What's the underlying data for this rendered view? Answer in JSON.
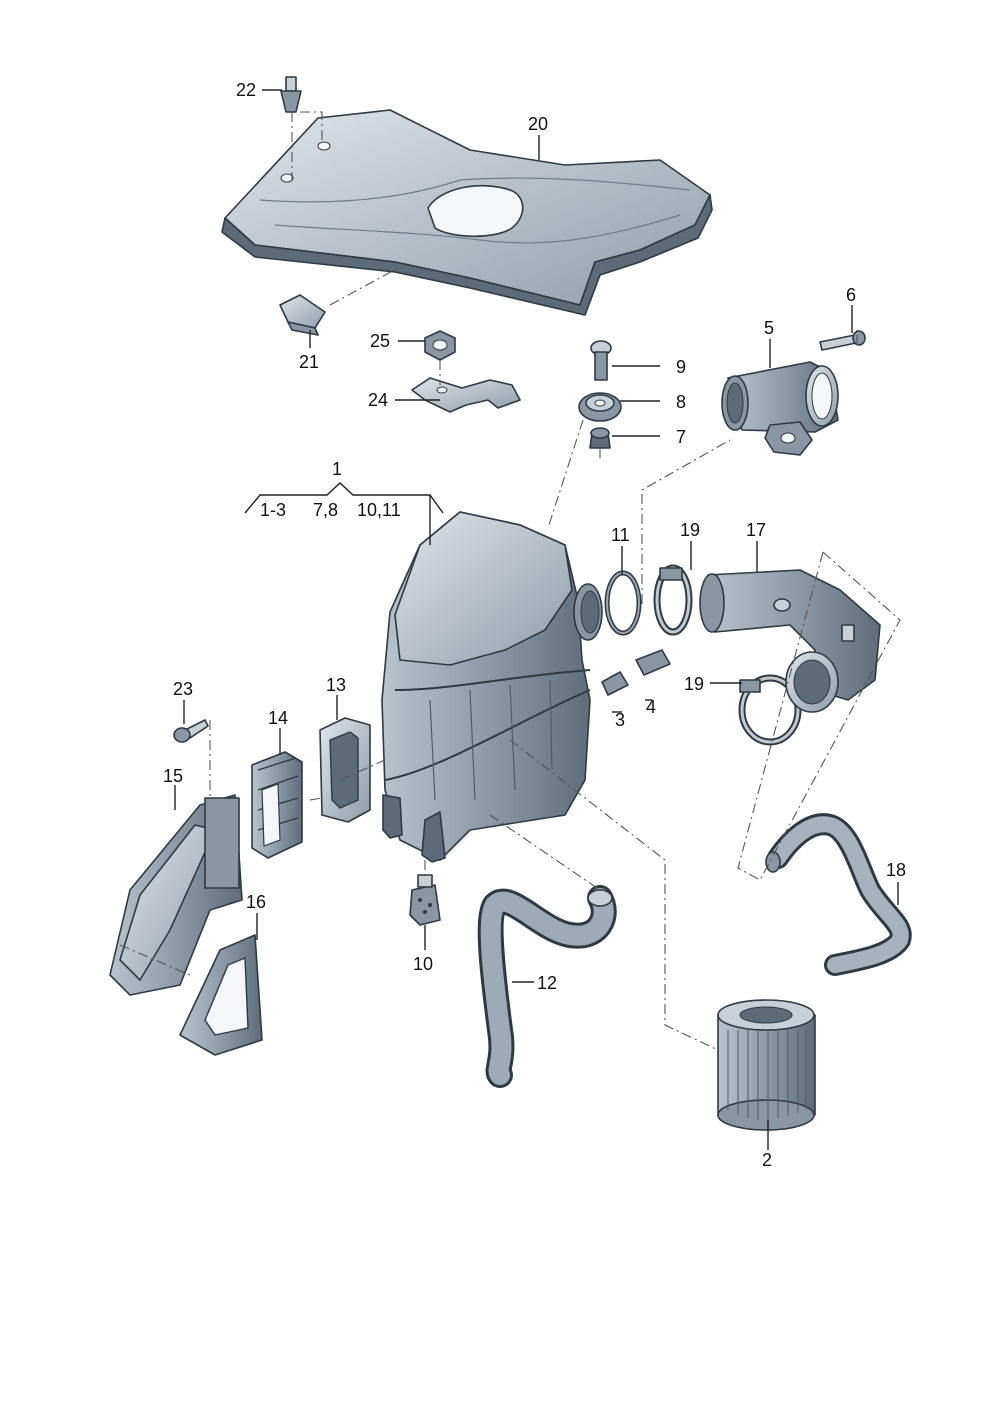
{
  "diagram": {
    "group_label": "1",
    "group_ranges": [
      "1-3",
      "7,8",
      "10,11"
    ],
    "parts": [
      {
        "num": "2"
      },
      {
        "num": "3"
      },
      {
        "num": "4"
      },
      {
        "num": "5"
      },
      {
        "num": "6"
      },
      {
        "num": "7"
      },
      {
        "num": "8"
      },
      {
        "num": "9"
      },
      {
        "num": "10"
      },
      {
        "num": "11"
      },
      {
        "num": "12"
      },
      {
        "num": "13"
      },
      {
        "num": "14"
      },
      {
        "num": "15"
      },
      {
        "num": "16"
      },
      {
        "num": "17"
      },
      {
        "num": "18"
      },
      {
        "num": "19"
      },
      {
        "num": "19"
      },
      {
        "num": "20"
      },
      {
        "num": "21"
      },
      {
        "num": "22"
      },
      {
        "num": "23"
      },
      {
        "num": "24"
      },
      {
        "num": "25"
      }
    ]
  }
}
